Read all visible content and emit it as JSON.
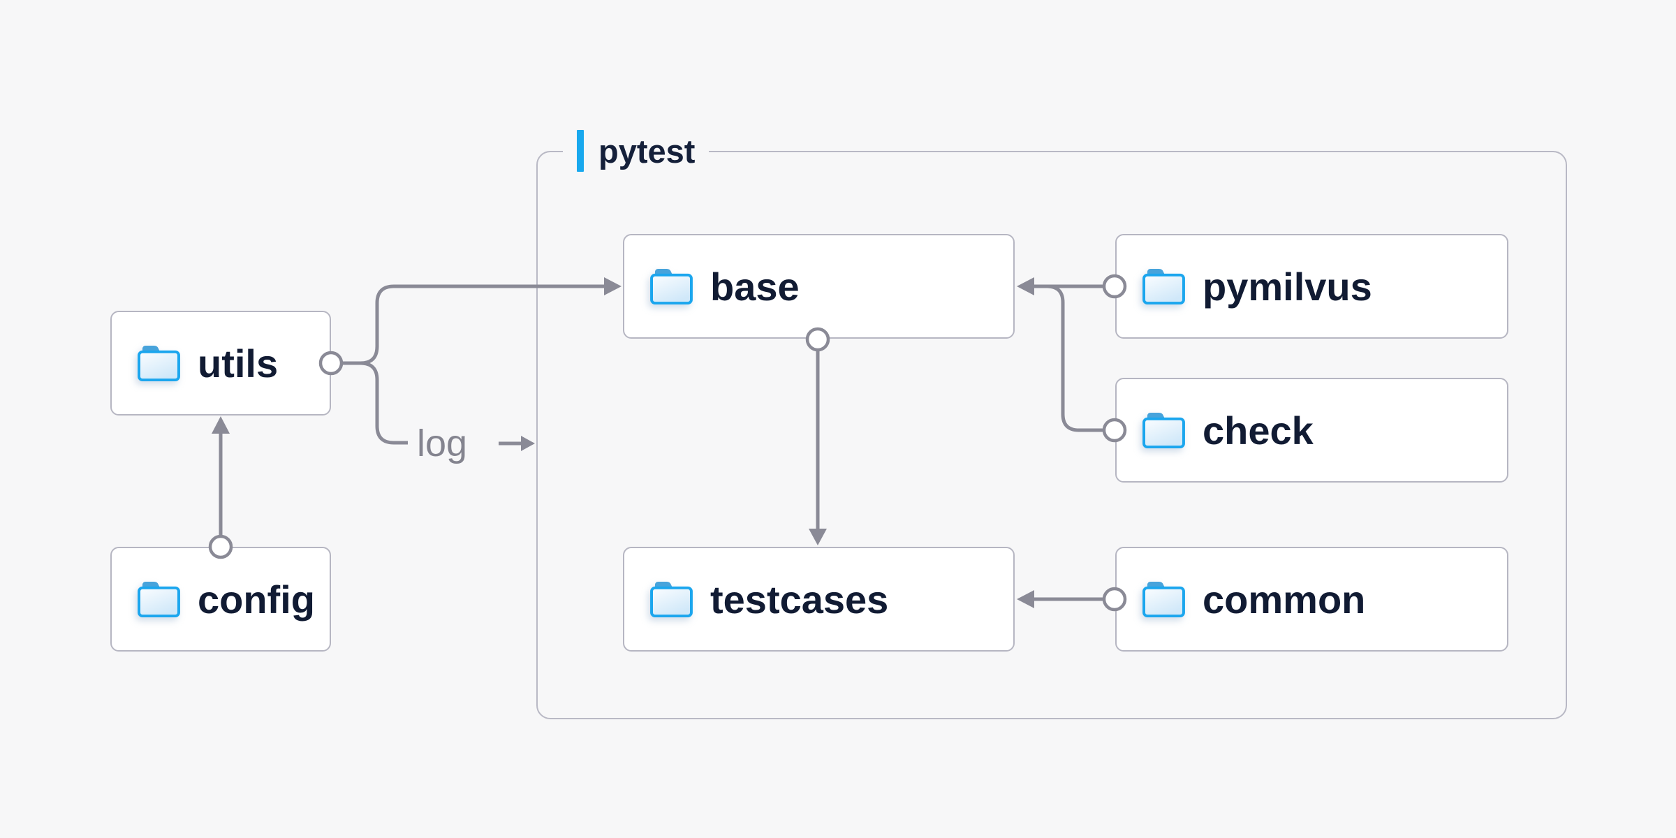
{
  "canvas": {
    "background": "#f7f7f8"
  },
  "colors": {
    "accent_blue": "#18a8ee",
    "node_border": "#b6b6c2",
    "group_border": "#b9b9c5",
    "node_fill": "#ffffff",
    "connector_gray": "#8a8a96",
    "label_navy": "#111b33",
    "muted_gray": "#84848f",
    "folder_outline_blue": "#1ba6ee",
    "folder_tab_blue": "#47a3db",
    "folder_fill_light": "#d0e8f9"
  },
  "container": {
    "label": "pytest"
  },
  "nodes": {
    "utils": {
      "label": "utils",
      "icon": "folder-icon"
    },
    "config": {
      "label": "config",
      "icon": "folder-icon"
    },
    "base": {
      "label": "base",
      "icon": "folder-icon"
    },
    "testcases": {
      "label": "testcases",
      "icon": "folder-icon"
    },
    "pymilvus": {
      "label": "pymilvus",
      "icon": "folder-icon"
    },
    "check": {
      "label": "check",
      "icon": "folder-icon"
    },
    "common": {
      "label": "common",
      "icon": "folder-icon"
    }
  },
  "edges": [
    {
      "from": "config",
      "to": "utils"
    },
    {
      "from": "utils",
      "to": "base"
    },
    {
      "from": "utils",
      "to": "pytest",
      "label": "log"
    },
    {
      "from": "base",
      "to": "testcases"
    },
    {
      "from": "pymilvus",
      "to": "base"
    },
    {
      "from": "check",
      "to": "base"
    },
    {
      "from": "common",
      "to": "testcases"
    }
  ],
  "edge_label": {
    "text": "log",
    "arrow_glyph": "→"
  }
}
